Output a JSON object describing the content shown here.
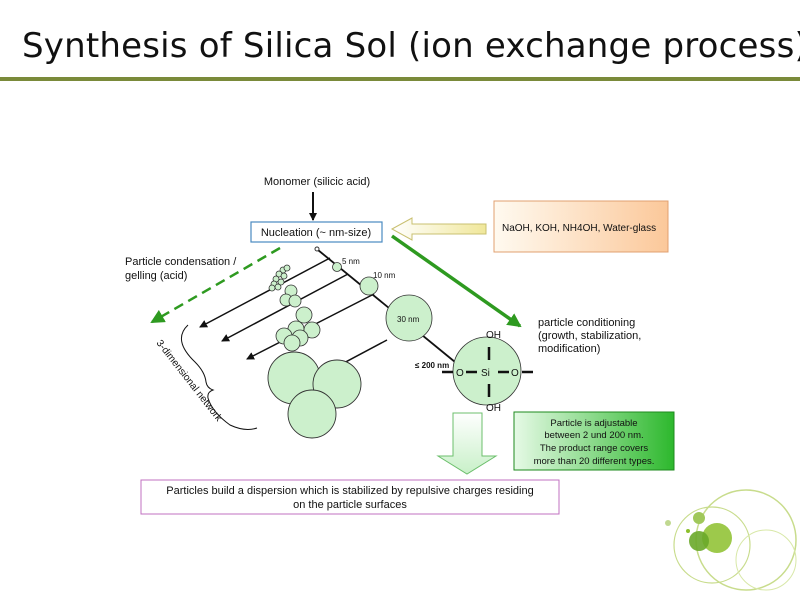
{
  "slide": {
    "title": "Synthesis of Silica Sol (ion exchange process)"
  },
  "diagram": {
    "monomer_label": "Monomer (silicic acid)",
    "nucleation_label": "Nucleation (~ nm-size)",
    "reagents_label": "NaOH, KOH, NH4OH, Water-glass",
    "condensation_label_line1": "Particle condensation /",
    "condensation_label_line2": "gelling (acid)",
    "network_label": "3-dimensional network",
    "size_5nm": "5 nm",
    "size_10nm": "10 nm",
    "size_30nm": "30 nm",
    "size_200nm": "≤ 200 nm",
    "conditioning_line1": "particle conditioning",
    "conditioning_line2": "(growth, stabilization,",
    "conditioning_line3": "modification)",
    "molecule": {
      "oh_top": "OH",
      "oh_bottom": "OH",
      "o_left": "O",
      "o_right": "O",
      "si": "Si"
    },
    "adjustable_line1": "Particle is adjustable",
    "adjustable_line2": "between 2 und 200 nm.",
    "adjustable_line3": "The product range covers",
    "adjustable_line4": "more  than 20 different types.",
    "dispersion_line1": "Particles build a dispersion which is stabilized by repulsive charges residing",
    "dispersion_line2": "on the particle surfaces"
  },
  "colors": {
    "accent_olive": "#7a8a3a",
    "particle_fill": "#ccf0cc",
    "green_arrow": "#2e9a20",
    "reagent_box": "#fcd0a8",
    "info_box": "#30c030"
  }
}
